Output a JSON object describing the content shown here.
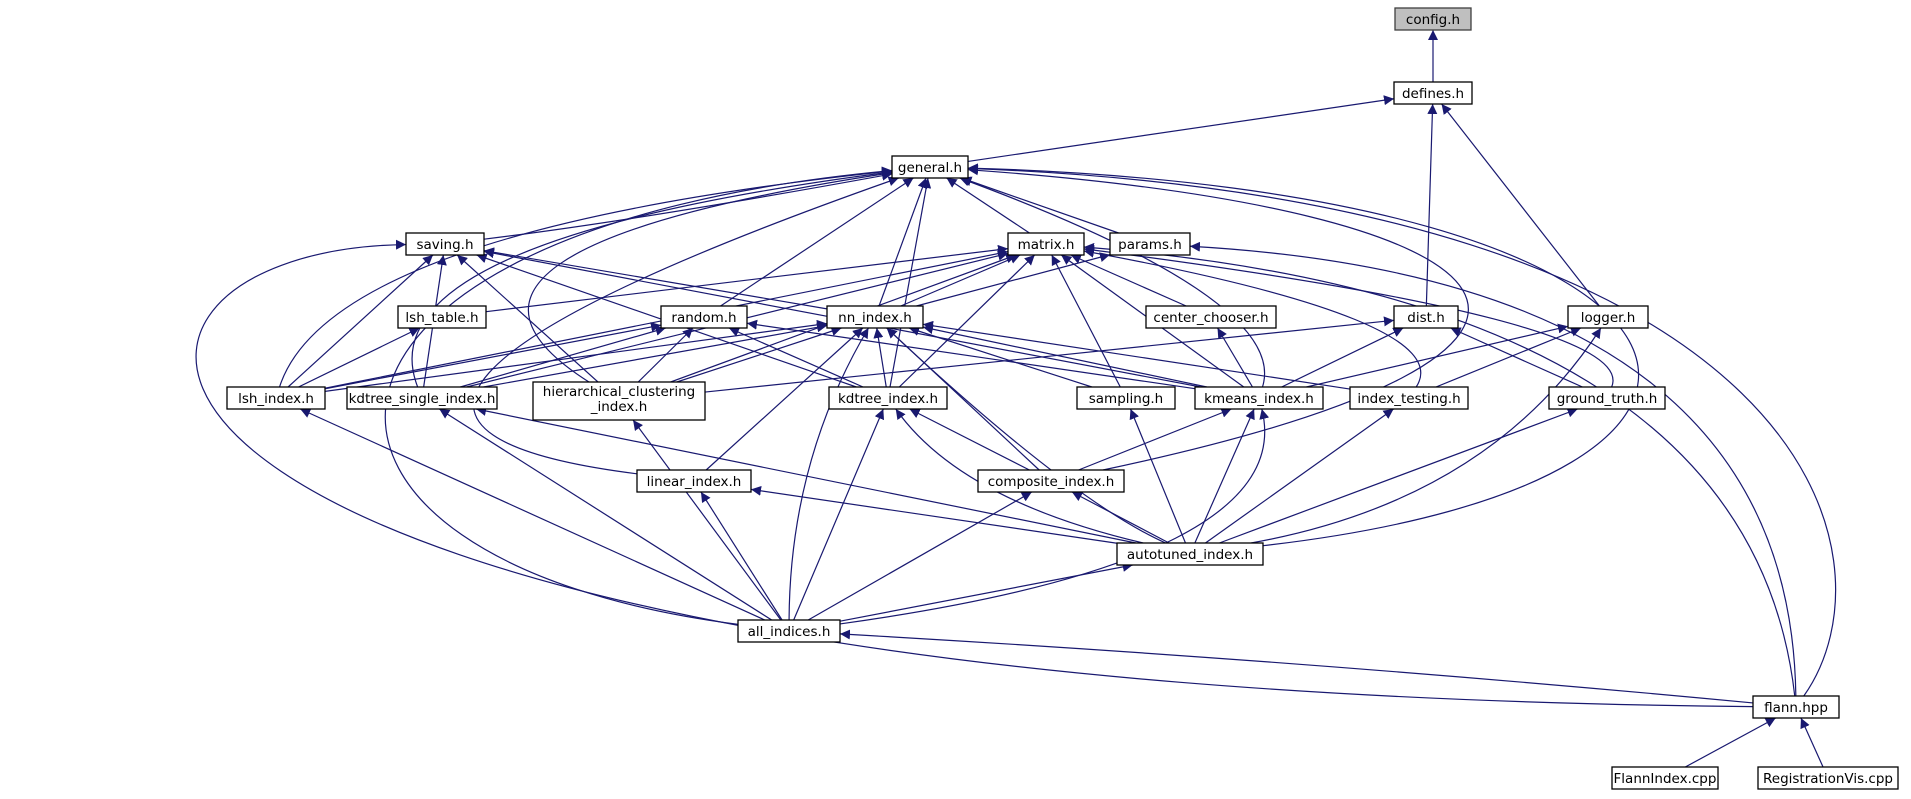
{
  "graph": {
    "title": "",
    "nodes": [
      {
        "id": "config",
        "label": "config.h",
        "current": true
      },
      {
        "id": "defines",
        "label": "defines.h"
      },
      {
        "id": "general",
        "label": "general.h"
      },
      {
        "id": "saving",
        "label": "saving.h"
      },
      {
        "id": "matrix",
        "label": "matrix.h"
      },
      {
        "id": "params",
        "label": "params.h"
      },
      {
        "id": "lsh_table",
        "label": "lsh_table.h"
      },
      {
        "id": "random",
        "label": "random.h"
      },
      {
        "id": "nn_index",
        "label": "nn_index.h"
      },
      {
        "id": "center_chooser",
        "label": "center_chooser.h"
      },
      {
        "id": "dist",
        "label": "dist.h"
      },
      {
        "id": "logger",
        "label": "logger.h"
      },
      {
        "id": "lsh_index",
        "label": "lsh_index.h"
      },
      {
        "id": "kdtree_single",
        "label": "kdtree_single_index.h"
      },
      {
        "id": "hierarchical",
        "label": "hierarchical_clustering",
        "label2": "_index.h"
      },
      {
        "id": "kdtree_index",
        "label": "kdtree_index.h"
      },
      {
        "id": "sampling",
        "label": "sampling.h"
      },
      {
        "id": "kmeans",
        "label": "kmeans_index.h"
      },
      {
        "id": "index_testing",
        "label": "index_testing.h"
      },
      {
        "id": "ground_truth",
        "label": "ground_truth.h"
      },
      {
        "id": "linear_index",
        "label": "linear_index.h"
      },
      {
        "id": "composite",
        "label": "composite_index.h"
      },
      {
        "id": "autotuned",
        "label": "autotuned_index.h"
      },
      {
        "id": "all_indices",
        "label": "all_indices.h"
      },
      {
        "id": "flann_hpp",
        "label": "flann.hpp"
      },
      {
        "id": "flannindex_cpp",
        "label": "FlannIndex.cpp"
      },
      {
        "id": "registrationvis_cpp",
        "label": "RegistrationVis.cpp"
      }
    ],
    "edges": [
      [
        "defines",
        "config"
      ],
      [
        "general",
        "defines"
      ],
      [
        "dist",
        "defines"
      ],
      [
        "logger",
        "defines"
      ],
      [
        "saving",
        "general"
      ],
      [
        "matrix",
        "general"
      ],
      [
        "params",
        "general"
      ],
      [
        "random",
        "general"
      ],
      [
        "nn_index",
        "general"
      ],
      [
        "lsh_index",
        "general"
      ],
      [
        "kdtree_single",
        "general"
      ],
      [
        "hierarchical",
        "general"
      ],
      [
        "kdtree_index",
        "general"
      ],
      [
        "kmeans",
        "general"
      ],
      [
        "linear_index",
        "general"
      ],
      [
        "composite",
        "general"
      ],
      [
        "autotuned",
        "general"
      ],
      [
        "all_indices",
        "general"
      ],
      [
        "flann_hpp",
        "general"
      ],
      [
        "lsh_index",
        "saving"
      ],
      [
        "kdtree_single",
        "saving"
      ],
      [
        "hierarchical",
        "saving"
      ],
      [
        "nn_index",
        "saving"
      ],
      [
        "kdtree_index",
        "saving"
      ],
      [
        "kmeans",
        "saving"
      ],
      [
        "flann_hpp",
        "saving"
      ],
      [
        "lsh_table",
        "matrix"
      ],
      [
        "nn_index",
        "matrix"
      ],
      [
        "center_chooser",
        "matrix"
      ],
      [
        "lsh_index",
        "matrix"
      ],
      [
        "kdtree_single",
        "matrix"
      ],
      [
        "hierarchical",
        "matrix"
      ],
      [
        "kdtree_index",
        "matrix"
      ],
      [
        "sampling",
        "matrix"
      ],
      [
        "kmeans",
        "matrix"
      ],
      [
        "index_testing",
        "matrix"
      ],
      [
        "ground_truth",
        "matrix"
      ],
      [
        "flann_hpp",
        "matrix"
      ],
      [
        "nn_index",
        "params"
      ],
      [
        "flann_hpp",
        "params"
      ],
      [
        "lsh_index",
        "lsh_table"
      ],
      [
        "lsh_index",
        "random"
      ],
      [
        "kdtree_single",
        "random"
      ],
      [
        "hierarchical",
        "random"
      ],
      [
        "kdtree_index",
        "random"
      ],
      [
        "kmeans",
        "random"
      ],
      [
        "lsh_index",
        "nn_index"
      ],
      [
        "kdtree_single",
        "nn_index"
      ],
      [
        "hierarchical",
        "nn_index"
      ],
      [
        "kdtree_index",
        "nn_index"
      ],
      [
        "sampling",
        "nn_index"
      ],
      [
        "kmeans",
        "nn_index"
      ],
      [
        "index_testing",
        "nn_index"
      ],
      [
        "linear_index",
        "nn_index"
      ],
      [
        "composite",
        "nn_index"
      ],
      [
        "autotuned",
        "nn_index"
      ],
      [
        "all_indices",
        "nn_index"
      ],
      [
        "kmeans",
        "center_chooser"
      ],
      [
        "hierarchical",
        "dist"
      ],
      [
        "kmeans",
        "dist"
      ],
      [
        "ground_truth",
        "dist"
      ],
      [
        "kmeans",
        "logger"
      ],
      [
        "index_testing",
        "logger"
      ],
      [
        "autotuned",
        "logger"
      ],
      [
        "all_indices",
        "lsh_index"
      ],
      [
        "all_indices",
        "kdtree_single"
      ],
      [
        "autotuned",
        "kdtree_single"
      ],
      [
        "all_indices",
        "hierarchical"
      ],
      [
        "composite",
        "kdtree_index"
      ],
      [
        "autotuned",
        "kdtree_index"
      ],
      [
        "all_indices",
        "kdtree_index"
      ],
      [
        "autotuned",
        "sampling"
      ],
      [
        "composite",
        "kmeans"
      ],
      [
        "autotuned",
        "kmeans"
      ],
      [
        "all_indices",
        "kmeans"
      ],
      [
        "autotuned",
        "index_testing"
      ],
      [
        "autotuned",
        "ground_truth"
      ],
      [
        "all_indices",
        "linear_index"
      ],
      [
        "autotuned",
        "linear_index"
      ],
      [
        "all_indices",
        "composite"
      ],
      [
        "autotuned",
        "composite"
      ],
      [
        "all_indices",
        "autotuned"
      ],
      [
        "flann_hpp",
        "all_indices"
      ],
      [
        "flannindex_cpp",
        "flann_hpp"
      ],
      [
        "registrationvis_cpp",
        "flann_hpp"
      ]
    ],
    "colors": {
      "edge": "#191970",
      "current_node_fill": "#bfbfbf",
      "node_fill": "#ffffff"
    }
  }
}
